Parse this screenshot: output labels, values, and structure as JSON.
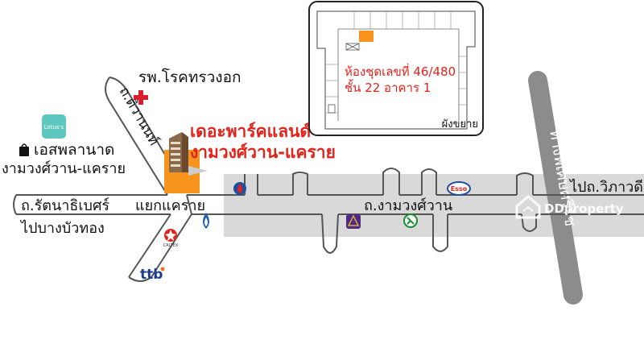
{
  "labels": {
    "hospital": "รพ.โรคทรวงอก",
    "tiwanon_road": "ถ.ติวานนท์",
    "lotus_line1": "เอสพลานาด",
    "lotus_line2": "งามวงศ์วาน-แคราย",
    "project_line1": "เดอะพาร์คแลนด์",
    "project_line2": "งามวงศ์วาน-แคราย",
    "rattanathibet_road": "ถ.รัตนาธิเบศร์",
    "khae_rai_junction": "แยกแคราย",
    "to_bang_bua_thong": "ไปบางบัวทอง",
    "ngamwongwan_road": "ถ.งามวงศ์วาน",
    "to_vibhavadi": "ไปถ.วิภาวดี",
    "expressway": "ทางพิเศษศรีรัช",
    "unit_line1": "ห้องชุดเลขที่ 46/480",
    "unit_line2": "ชั้น 22 อาคาร 1",
    "floor_plan": "ผังขยาย"
  },
  "logos": {
    "lotus": "Lotus's",
    "esso": "Esso",
    "caltex": "CALTEX",
    "ttb": "ttb",
    "ddproperty": "DDproperty"
  },
  "colors": {
    "road": "#555555",
    "highlight_band": "#d9d9d9",
    "project_orange": "#f7941d",
    "accent_red": "#e2231a",
    "hospital_cross": "#d6202e",
    "expressway": "#8c8c8c",
    "lotus_teal": "#5ec8c0",
    "ttb_blue": "#1a3d8f",
    "ttb_orange": "#f26f21"
  },
  "icons": [
    "hospital-cross-icon",
    "shopping-bag-icon",
    "building-icon",
    "ptt-icon",
    "bangchak-icon",
    "scb-icon",
    "kbank-icon",
    "esso-icon",
    "caltex-icon",
    "ttb-icon",
    "ddproperty-icon"
  ]
}
